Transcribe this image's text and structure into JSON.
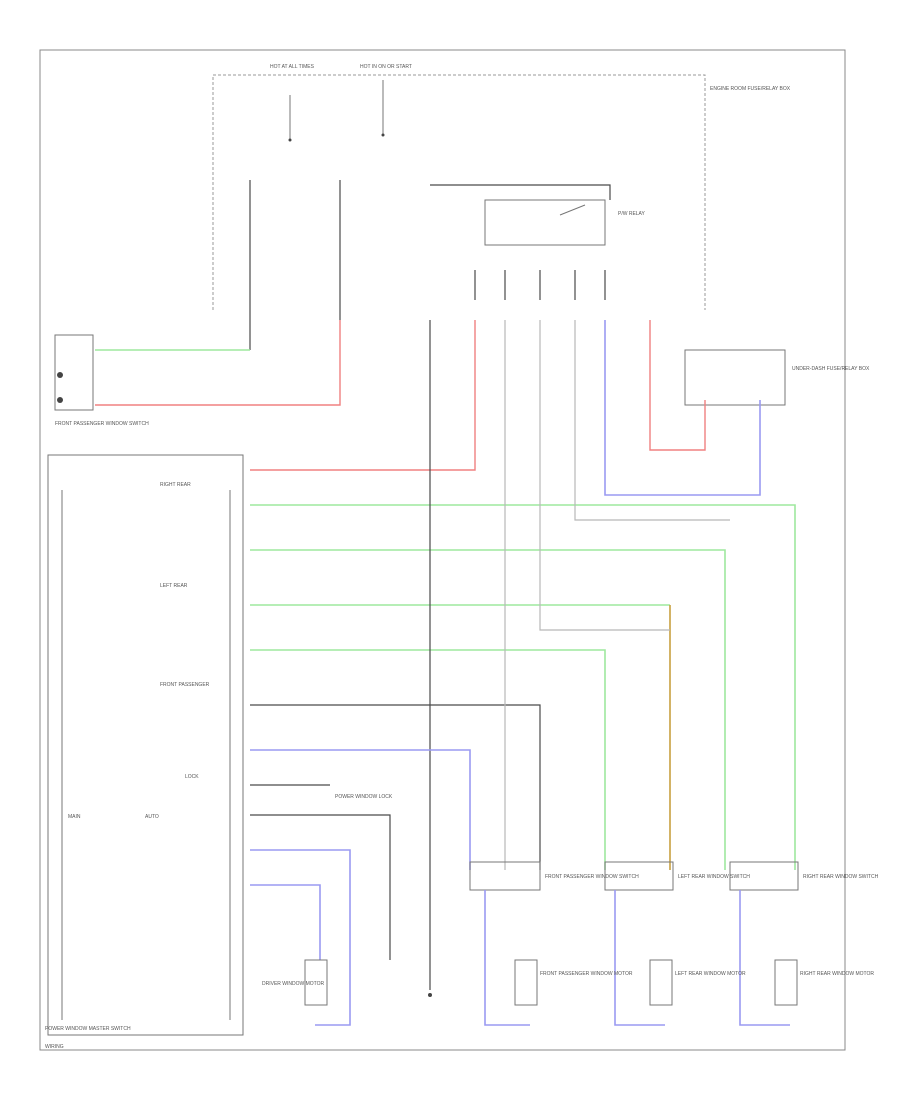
{
  "diagram": {
    "type": "wiring-schematic",
    "labels": {
      "fuse_left": "HOT AT ALL TIMES",
      "fuse_right": "HOT IN ON OR START",
      "relay_box_top": "ENGINE ROOM FUSE/RELAY BOX",
      "relay": "P/W RELAY",
      "passenger_switch": "FRONT PASSENGER WINDOW SWITCH",
      "master_switch": "POWER WINDOW MASTER SWITCH",
      "rear_left_switch": "LEFT REAR",
      "rear_right_switch": "RIGHT REAR",
      "front_pass_block": "FRONT PASSENGER",
      "main": "MAIN",
      "lock": "LOCK",
      "auto": "AUTO",
      "window_lock": "POWER WINDOW LOCK",
      "driver_motor": "DRIVER WINDOW MOTOR",
      "pass_motor": "FRONT PASSENGER WINDOW MOTOR",
      "lr_motor": "LEFT REAR WINDOW MOTOR",
      "rr_motor": "RIGHT REAR WINDOW MOTOR",
      "pass_sub_switch": "FRONT PASSENGER WINDOW SWITCH",
      "lr_sub_switch": "LEFT REAR WINDOW SWITCH",
      "rr_sub_switch": "RIGHT REAR WINDOW SWITCH",
      "dash_fuse": "UNDER-DASH FUSE/RELAY BOX",
      "footer": "WIRING"
    },
    "wire_colors": {
      "black": "#4a4a4a",
      "gray": "#b8b8b8",
      "red": "#f08080",
      "green": "#9ee89e",
      "blue": "#9a9af2",
      "brown": "#c8a040"
    }
  }
}
